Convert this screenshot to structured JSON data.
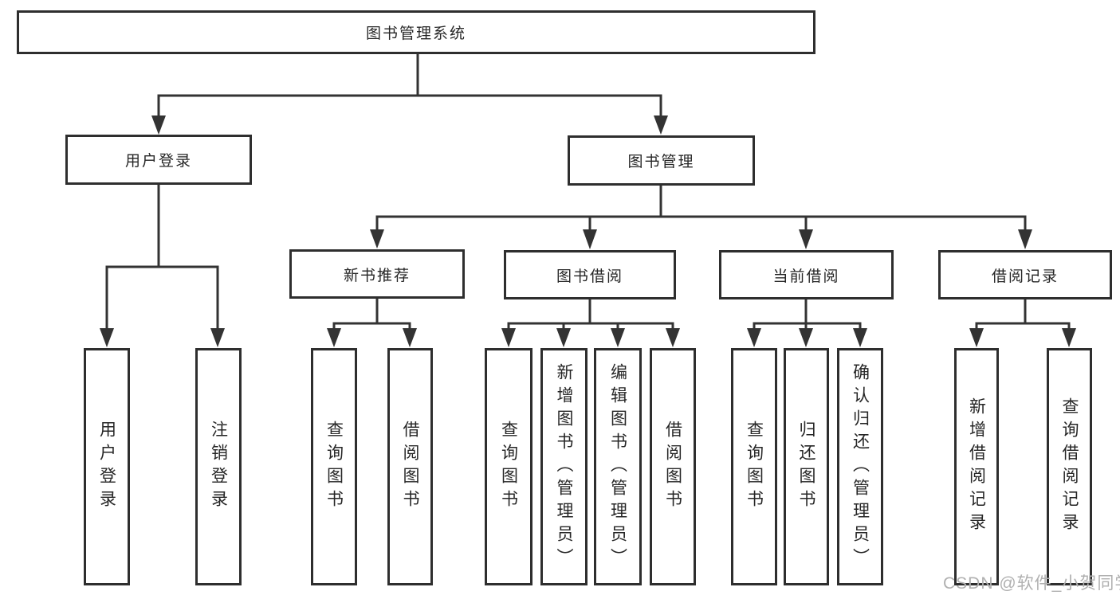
{
  "tree": {
    "root": {
      "label": "图书管理系统"
    },
    "branches": [
      {
        "label": "用户登录",
        "children": [
          {
            "label": "用户登录"
          },
          {
            "label": "注销登录"
          }
        ]
      },
      {
        "label": "图书管理",
        "children": [
          {
            "label": "新书推荐",
            "children": [
              {
                "label": "查询图书"
              },
              {
                "label": "借阅图书"
              }
            ]
          },
          {
            "label": "图书借阅",
            "children": [
              {
                "label": "查询图书"
              },
              {
                "label": "新增图书（管理员）"
              },
              {
                "label": "编辑图书（管理员）"
              },
              {
                "label": "借阅图书"
              }
            ]
          },
          {
            "label": "当前借阅",
            "children": [
              {
                "label": "查询图书"
              },
              {
                "label": "归还图书"
              },
              {
                "label": "确认归还（管理员）"
              }
            ]
          },
          {
            "label": "借阅记录",
            "children": [
              {
                "label": "新增借阅记录"
              },
              {
                "label": "查询借阅记录"
              }
            ]
          }
        ]
      }
    ]
  },
  "watermark": {
    "text": "CSDN @软件_小贺同学"
  },
  "colors": {
    "line": "#333333",
    "box_border": "#2e2e2e",
    "text": "#262626",
    "watermark": "#b0b0b0",
    "background": "#ffffff"
  }
}
